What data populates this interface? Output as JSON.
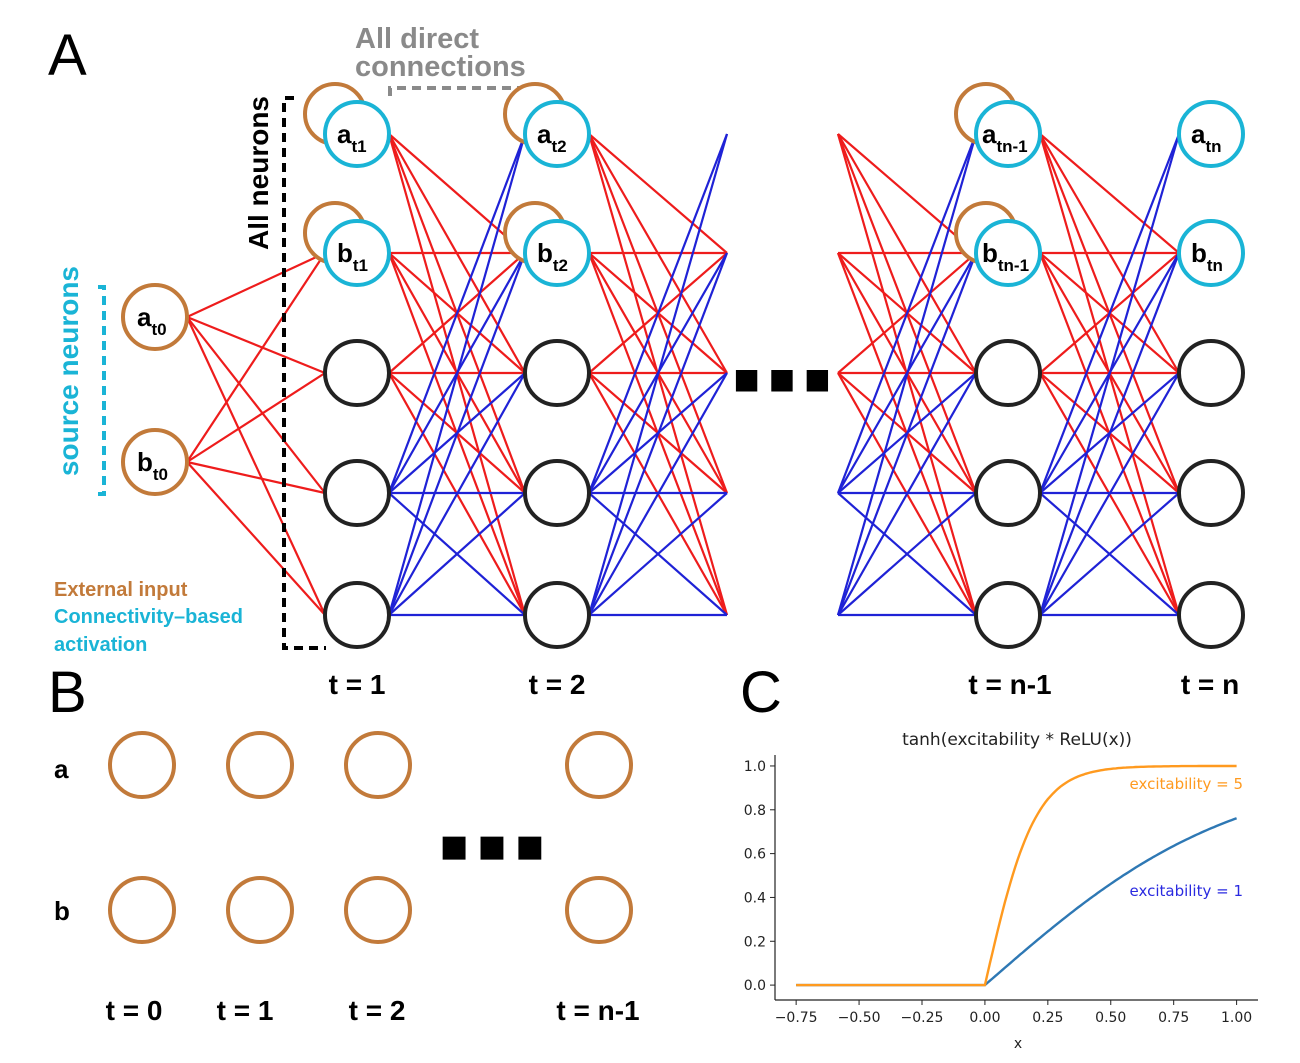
{
  "panels": {
    "a": "A",
    "b": "B",
    "c": "C"
  },
  "colors": {
    "external": "#c27a3a",
    "connectivity": "#1ab4d6",
    "excitatory": "#ee1c1c",
    "inhibitory": "#1f22d6",
    "neuron": "#222222",
    "gray_annotation": "#8a8a8a",
    "series_e5": "#ff9a1f",
    "series_e1": "#2e78b4",
    "series_e1_label": "#2a2ae0"
  },
  "panel_a": {
    "annotation_direct_line1": "All direct",
    "annotation_direct_line2": "connections",
    "annotation_all_neurons": "All neurons",
    "annotation_source": "source neurons",
    "legend_external": "External input",
    "legend_connectivity_line1": "Connectivity–based",
    "legend_connectivity_line2": "activation",
    "ellipsis": "■ ■ ■",
    "source_nodes": [
      {
        "main": "a",
        "sub": "t0"
      },
      {
        "main": "b",
        "sub": "t0"
      }
    ],
    "layer_nodes": [
      [
        {
          "main": "a",
          "sub": "t1"
        },
        {
          "main": "b",
          "sub": "t1"
        }
      ],
      [
        {
          "main": "a",
          "sub": "t2"
        },
        {
          "main": "b",
          "sub": "t2"
        }
      ],
      [
        {
          "main": "a",
          "sub": "tn-1"
        },
        {
          "main": "b",
          "sub": "tn-1"
        }
      ],
      [
        {
          "main": "a",
          "sub": "tn"
        },
        {
          "main": "b",
          "sub": "tn"
        }
      ]
    ],
    "time_labels": [
      "t = 1",
      "t = 2",
      "t = n-1",
      "t = n"
    ]
  },
  "panel_b": {
    "row_labels": [
      "a",
      "b"
    ],
    "time_labels": [
      "t = 0",
      "t = 1",
      "t = 2",
      "t = n-1"
    ],
    "ellipsis": "■ ■ ■"
  },
  "chart_data": {
    "type": "line",
    "title": "tanh(excitability * ReLU(x))",
    "xlabel": "x",
    "ylabel": "",
    "xlim": [
      -0.75,
      1.0
    ],
    "ylim": [
      0.0,
      1.0
    ],
    "xticks": [
      "−0.75",
      "−0.50",
      "−0.25",
      "0.00",
      "0.25",
      "0.50",
      "0.75",
      "1.00"
    ],
    "yticks": [
      "0.0",
      "0.2",
      "0.4",
      "0.6",
      "0.8",
      "1.0"
    ],
    "grid": false,
    "series": [
      {
        "name": "excitability = 1",
        "excitability": 1,
        "x": [
          -0.75,
          -0.5,
          -0.25,
          0.0,
          0.1,
          0.2,
          0.3,
          0.4,
          0.5,
          0.6,
          0.7,
          0.8,
          0.9,
          1.0
        ],
        "y": [
          0.0,
          0.0,
          0.0,
          0.0,
          0.1,
          0.197,
          0.291,
          0.38,
          0.462,
          0.537,
          0.604,
          0.664,
          0.716,
          0.762
        ]
      },
      {
        "name": "excitability = 5",
        "excitability": 5,
        "x": [
          -0.75,
          -0.5,
          -0.25,
          0.0,
          0.1,
          0.2,
          0.3,
          0.4,
          0.5,
          0.6,
          0.7,
          0.8,
          0.9,
          1.0
        ],
        "y": [
          0.0,
          0.0,
          0.0,
          0.0,
          0.462,
          0.762,
          0.905,
          0.964,
          0.987,
          0.995,
          0.998,
          0.999,
          1.0,
          1.0
        ]
      }
    ]
  }
}
